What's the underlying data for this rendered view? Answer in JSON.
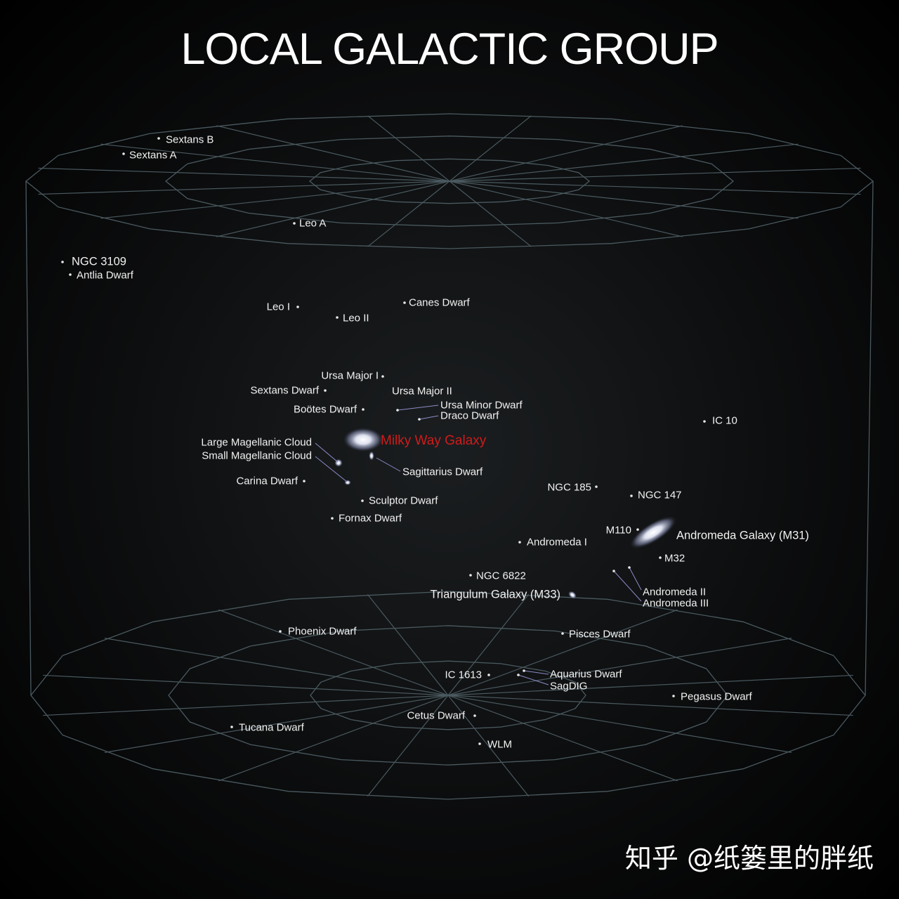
{
  "title": "LOCAL GALACTIC GROUP",
  "watermark": "知乎 @纸篓里的胖纸",
  "colors": {
    "grid": "#4a5a60",
    "milky_way_label": "#d01b1b",
    "text": "#f2f2f2"
  },
  "objects": [
    {
      "label": "Sextans B"
    },
    {
      "label": "Sextans A"
    },
    {
      "label": "Leo A"
    },
    {
      "label": "NGC 3109"
    },
    {
      "label": "Antlia Dwarf"
    },
    {
      "label": "Leo I"
    },
    {
      "label": "Canes Dwarf"
    },
    {
      "label": "Leo II"
    },
    {
      "label": "Ursa Major I"
    },
    {
      "label": "Sextans Dwarf"
    },
    {
      "label": "Ursa Major II"
    },
    {
      "label": "Boötes Dwarf"
    },
    {
      "label": "Ursa Minor Dwarf"
    },
    {
      "label": "Draco Dwarf"
    },
    {
      "label": "Milky Way Galaxy"
    },
    {
      "label": "Large Magellanic Cloud"
    },
    {
      "label": "Small Magellanic Cloud"
    },
    {
      "label": "Sagittarius Dwarf"
    },
    {
      "label": "Carina Dwarf"
    },
    {
      "label": "Sculptor Dwarf"
    },
    {
      "label": "Fornax Dwarf"
    },
    {
      "label": "IC 10"
    },
    {
      "label": "NGC 185"
    },
    {
      "label": "NGC 147"
    },
    {
      "label": "M110"
    },
    {
      "label": "Andromeda Galaxy (M31)"
    },
    {
      "label": "M32"
    },
    {
      "label": "Andromeda I"
    },
    {
      "label": "NGC 6822"
    },
    {
      "label": "Triangulum Galaxy (M33)"
    },
    {
      "label": "Andromeda II"
    },
    {
      "label": "Andromeda III"
    },
    {
      "label": "Phoenix Dwarf"
    },
    {
      "label": "Pisces Dwarf"
    },
    {
      "label": "IC 1613"
    },
    {
      "label": "Aquarius Dwarf"
    },
    {
      "label": "SagDIG"
    },
    {
      "label": "Pegasus Dwarf"
    },
    {
      "label": "Cetus Dwarf"
    },
    {
      "label": "Tucana Dwarf"
    },
    {
      "label": "WLM"
    }
  ]
}
